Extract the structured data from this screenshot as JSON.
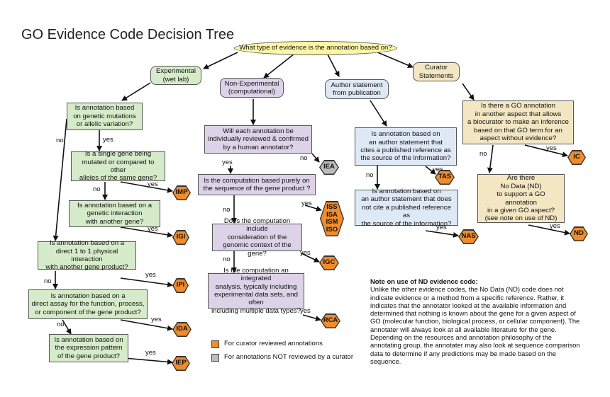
{
  "title": "GO Evidence Code Decision Tree",
  "root_question": "What type of evidence is the annotation based on?",
  "categories": {
    "experimental": "Experimental\n(wet lab)",
    "non_experimental": "Non-Experimental\n(computational)",
    "author_statement": "Author statement\nfrom publication",
    "curator_statements": "Curator\nStatements"
  },
  "experimental": {
    "q1": "Is annotation based\non genetic mutations\nor allelic variation?",
    "q2": "Is a single gene being\nmutated or compared to other\nalleles of the same gene?",
    "q3": "Is annotation based on a\ngenetic interaction\nwith another gene?",
    "q4": "Is annotation based on a\ndirect 1 to 1 physical interaction\nwith another gene product?",
    "q5": "Is annotation based on a\ndirect assay for the function, process,\nor component of the  gene product?",
    "q6": "Is annotation based on\nthe expression pattern\nof  the  gene product?"
  },
  "computational": {
    "q1": "Will each annotation be\nindividually reviewed & confirmed\nby a human annotator?",
    "q2": "Is the computation based purely on\nthe sequence of the gene product ?",
    "q3": "Does the computation include\nconsideration of the\ngenomic context of the gene?",
    "q4": "Is the computation an integrated\nanalysis, typically including\nexperimental data sets, and often\nincluding multiple data types?"
  },
  "author": {
    "q1": "Is annotation based on\nan author statement that\ncites a published reference as\nthe source of the information?",
    "q2": "Is annotation based on\nan author statement that does\nnot cite a published reference as\nthe source of the information?"
  },
  "curator": {
    "q1": "Is there a GO annotation\nin another aspect that allows\na biocurator to make an inference\nbased on that GO term for an\naspect without evidence?",
    "q2": "Are there\nNo Data (ND)\nto support a GO annotation\nin a given GO aspect?\n(see note on use of ND)"
  },
  "codes": {
    "imp": "IMP",
    "igi": "IGI",
    "ipi": "IPI",
    "ida": "IDA",
    "iep": "IEP",
    "iea": "IEA",
    "iss_group": "ISS\nISA\nISM\nISO",
    "igc": "IGC",
    "rca": "RCA",
    "tas": "TAS",
    "nas": "NAS",
    "ic": "IC",
    "nd": "ND"
  },
  "labels": {
    "yes": "yes",
    "no": "no"
  },
  "legend": {
    "reviewed": "For curator reviewed annotations",
    "not_reviewed": "For annotations NOT reviewed by a curator"
  },
  "note": {
    "title": "Note on use of ND evidence code:",
    "body": "Unlike the other evidence codes, the No Data (ND) code does not indicate evidence or a method from a specific reference. Rather, it indicates that the annotator looked at the available information and determined that nothing is known about the gene for a given aspect of GO (molecular function, biological process, or cellular component). The annotater will always look at all available literature for the gene. Depending on the resources and annotation philosophy of the annotating group, the annotater may also look at sequence comparison data to determine if any predictions may be made based on the sequence."
  },
  "colors": {
    "experimental": "#d6ebc9",
    "computational": "#ddd3e8",
    "author": "#dfe9f6",
    "curator": "#f3e6c3",
    "root": "#fbf7a6",
    "code_reviewed": "#f08c2c",
    "code_not_reviewed": "#bdbdbd"
  }
}
